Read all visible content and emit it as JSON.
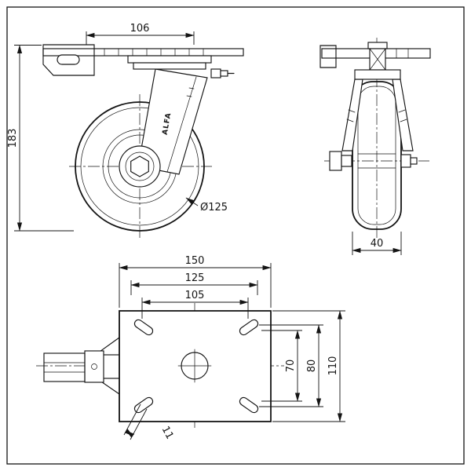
{
  "drawing": {
    "type": "caster-wheel-technical-drawing",
    "colors": {
      "line": "#141414",
      "background": "#ffffff"
    },
    "views": {
      "front": {
        "dim_plate_width": "106",
        "dim_overall_height": "183",
        "dim_wheel_diameter": "Ø125",
        "brand": "ALFA"
      },
      "side": {
        "dim_wheel_width": "40"
      },
      "plan": {
        "dim_plate_width": "150",
        "dim_hole_spacing_outer": "125",
        "dim_hole_spacing_inner": "105",
        "dim_hole_spacing_vert_inner": "70",
        "dim_hole_spacing_vert_outer": "80",
        "dim_plate_depth": "110",
        "dim_slot_width": "11"
      }
    }
  }
}
